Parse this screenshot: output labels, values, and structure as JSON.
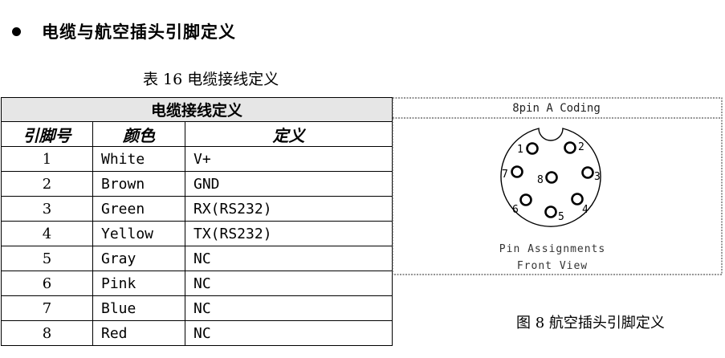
{
  "heading": "电缆与航空插头引脚定义",
  "table_caption": "表 16 电缆接线定义",
  "table": {
    "title": "电缆接线定义",
    "columns": [
      "引脚号",
      "颜色",
      "定义"
    ],
    "rows": [
      {
        "pin": "1",
        "color": "White",
        "definition": "V+"
      },
      {
        "pin": "2",
        "color": "Brown",
        "definition": "GND"
      },
      {
        "pin": "3",
        "color": "Green",
        "definition": "RX(RS232)"
      },
      {
        "pin": "4",
        "color": "Yellow",
        "definition": "TX(RS232)"
      },
      {
        "pin": "5",
        "color": "Gray",
        "definition": "NC"
      },
      {
        "pin": "6",
        "color": "Pink",
        "definition": "NC"
      },
      {
        "pin": "7",
        "color": "Blue",
        "definition": "NC"
      },
      {
        "pin": "8",
        "color": "Red",
        "definition": "NC"
      }
    ]
  },
  "diagram": {
    "title": "8pin A Coding",
    "pin_labels": [
      "1",
      "2",
      "3",
      "4",
      "5",
      "6",
      "7",
      "8"
    ],
    "footer_line1": "Pin Assignments",
    "footer_line2": "Front View"
  },
  "figure_caption": "图 8 航空插头引脚定义"
}
